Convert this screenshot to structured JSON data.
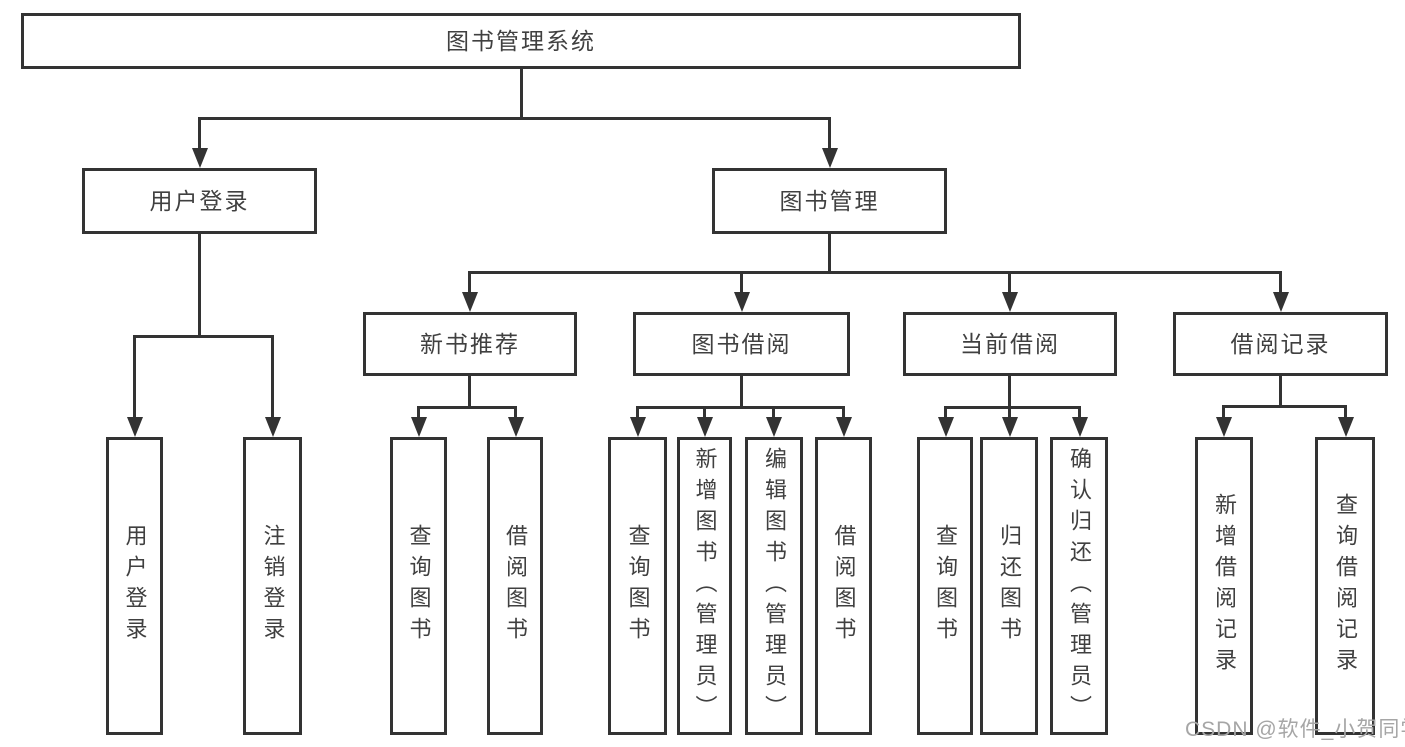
{
  "diagram": {
    "root": {
      "label": "图书管理系统"
    },
    "branches": [
      {
        "label": "用户登录",
        "children": [
          {
            "label": "用户登录"
          },
          {
            "label": "注销登录"
          }
        ]
      },
      {
        "label": "图书管理",
        "children": [
          {
            "label": "新书推荐",
            "children": [
              {
                "label": "查询图书"
              },
              {
                "label": "借阅图书"
              }
            ]
          },
          {
            "label": "图书借阅",
            "children": [
              {
                "label": "查询图书"
              },
              {
                "label": "新增图书（管理员）"
              },
              {
                "label": "编辑图书（管理员）"
              },
              {
                "label": "借阅图书"
              }
            ]
          },
          {
            "label": "当前借阅",
            "children": [
              {
                "label": "查询图书"
              },
              {
                "label": "归还图书"
              },
              {
                "label": "确认归还（管理员）"
              }
            ]
          },
          {
            "label": "借阅记录",
            "children": [
              {
                "label": "新增借阅记录"
              },
              {
                "label": "查询借阅记录"
              }
            ]
          }
        ]
      }
    ]
  },
  "watermark": {
    "text": "CSDN @软件_小贺同学"
  },
  "colors": {
    "line": "#333333",
    "box_border": "#333333",
    "text": "#404040",
    "background": "#ffffff",
    "watermark": "#a6a6a6"
  }
}
